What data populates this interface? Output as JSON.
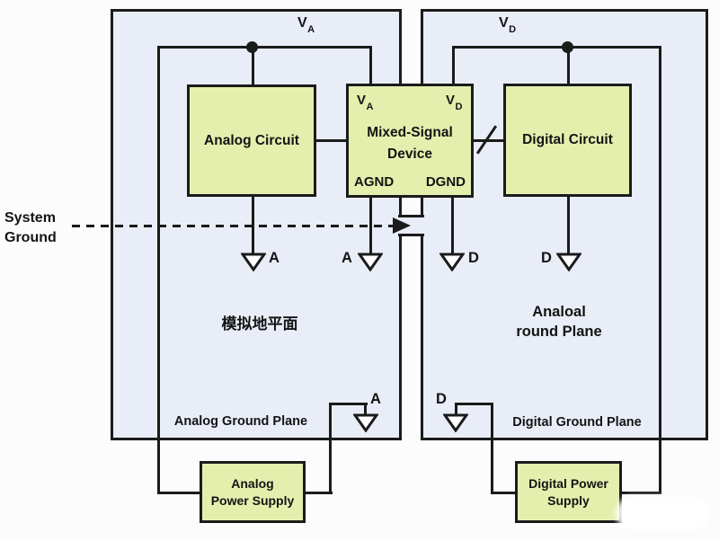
{
  "diagram": {
    "title_hint": "mixed-signal-grounding-diagram",
    "system_ground": {
      "line1": "System",
      "line2": "Ground"
    },
    "rails": {
      "va": {
        "v": "V",
        "sub": "A"
      },
      "vd": {
        "v": "V",
        "sub": "D"
      }
    },
    "device": {
      "va_v": "V",
      "va_sub": "A",
      "vd_v": "V",
      "vd_sub": "D",
      "name_line1": "Mixed-Signal",
      "name_line2": "Device",
      "agnd": "AGND",
      "dgnd": "DGND"
    },
    "analog_circuit": "Analog Circuit",
    "digital_circuit": "Digital Circuit",
    "grounds": {
      "a": "A",
      "d": "D"
    },
    "planes": {
      "analog": {
        "center": "模拟地平面",
        "bottom": "Analog Ground Plane"
      },
      "digital": {
        "center_line1": "Analoal",
        "center_line2": "round Plane",
        "bottom": "Digital Ground Plane"
      }
    },
    "power": {
      "analog_line1": "Analog",
      "analog_line2": "Power Supply",
      "digital_line1": "Digital Power",
      "digital_line2": "Supply"
    },
    "colors": {
      "plane_fill": "#e9edf7",
      "box_fill": "#e4efae",
      "line": "#1b1b1b"
    }
  }
}
